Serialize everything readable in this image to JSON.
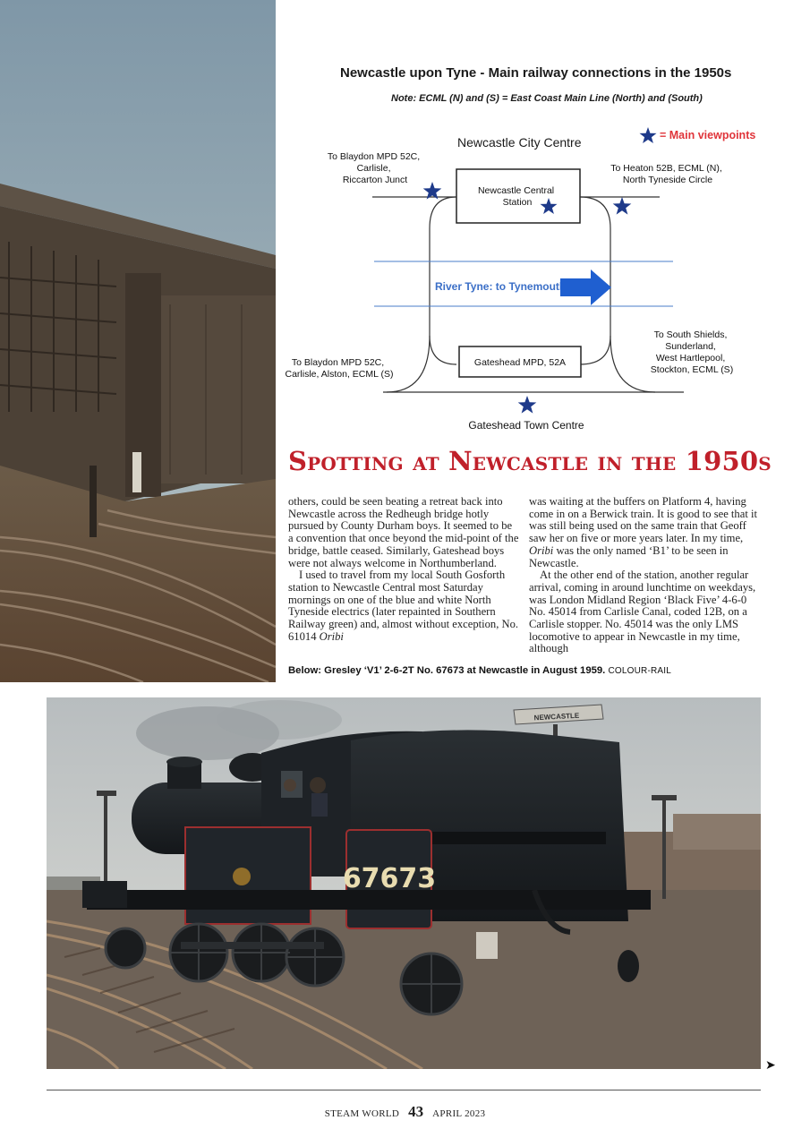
{
  "diagram": {
    "title": "Newcastle upon Tyne - Main railway connections in the 1950s",
    "note": "Note: ECML (N) and (S) = East Coast Main Line (North) and (South)",
    "key_label": "= Main viewpoints",
    "city_centre": "Newcastle City Centre",
    "central_station": [
      "Newcastle Central",
      "Station"
    ],
    "nw_label": [
      "To Blaydon MPD 52C,",
      "Carlisle,",
      "Riccarton Junct"
    ],
    "ne_label": [
      "To Heaton 52B, ECML (N),",
      "North Tyneside Circle"
    ],
    "river_label": "River Tyne:  to Tynemouth",
    "sw_label": [
      "To Blaydon MPD 52C,",
      "Carlisle, Alston, ECML (S)"
    ],
    "gateshead_mpd": "Gateshead MPD, 52A",
    "se_label": [
      "To South Shields,",
      "Sunderland,",
      "West Hartlepool,",
      "Stockton, ECML (S)"
    ],
    "gateshead_centre": "Gateshead Town Centre",
    "colors": {
      "star": "#1e3a8a",
      "key_text": "#e0343a",
      "river": "#3b6fc7",
      "river_arrow": "#1f5fd0"
    }
  },
  "heading": "Spotting at Newcastle in the 1950s",
  "col_left": [
    "others, could be seen beating a retreat back into Newcastle across the Redheugh bridge hotly pursued by County Durham boys. It seemed to be a convention that once beyond the mid-point of the bridge, battle ceased. Similarly, Gateshead boys were not always welcome in Northumberland.",
    "I used to travel from my local South Gosforth station to Newcastle Central most Saturday mornings on one of the blue and white North Tyneside electrics (later repainted in Southern Railway green) and, almost without exception, No. 61014"
  ],
  "col_left_italic": "Oribi",
  "col_right": {
    "p1_a": "was waiting at the buffers on Platform 4, having come in on a Berwick train. It is good to see that it was still being used on the same train that Geoff saw her on five or more years later. In my time,",
    "p1_italic": "Oribi",
    "p1_b": "was the only named ‘B1’ to be seen in Newcastle.",
    "p2": "At the other end of the station, another regular arrival, coming in around lunchtime on weekdays, was London Midland Region ‘Black Five’ 4-6-0 No. 45014 from Carlisle Canal, coded 12B, on a Carlisle stopper. No. 45014 was the only LMS locomotive to appear in Newcastle in my time, although"
  },
  "caption": {
    "text": "Below: Gresley ‘V1’ 2-6-2T No. 67673 at Newcastle in August 1959.",
    "credit": "COLOUR-RAIL"
  },
  "photo": {
    "loco_number": "67673",
    "platform_sign": "NEWCASTLE"
  },
  "footer": {
    "publication": "STEAM WORLD",
    "page": "43",
    "date": "APRIL 2023"
  }
}
